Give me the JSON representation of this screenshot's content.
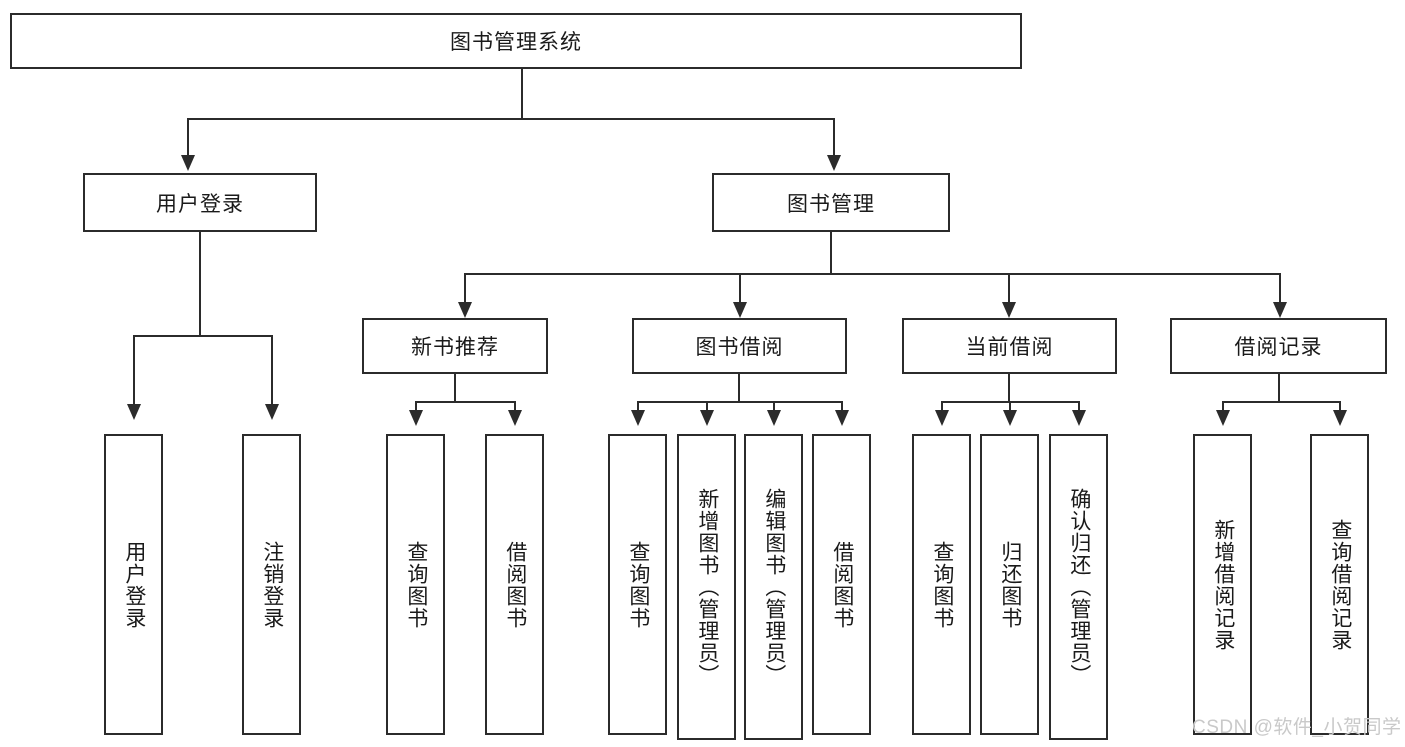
{
  "diagram": {
    "title_node": {
      "label": "图书管理系统"
    },
    "level1": [
      {
        "id": "user-login",
        "label": "用户登录"
      },
      {
        "id": "book-management",
        "label": "图书管理"
      }
    ],
    "level2": [
      {
        "id": "new-book-recommend",
        "label": "新书推荐"
      },
      {
        "id": "book-borrow",
        "label": "图书借阅"
      },
      {
        "id": "current-borrow",
        "label": "当前借阅"
      },
      {
        "id": "borrow-record",
        "label": "借阅记录"
      }
    ],
    "leaves": {
      "user_login": [
        {
          "id": "leaf-user-login",
          "label": "用户登录"
        },
        {
          "id": "leaf-logout-login",
          "label": "注销登录"
        }
      ],
      "new_book_recommend": [
        {
          "id": "leaf-query-book-1",
          "label": "查询图书"
        },
        {
          "id": "leaf-borrow-book-1",
          "label": "借阅图书"
        }
      ],
      "book_borrow": [
        {
          "id": "leaf-query-book-2",
          "label": "查询图书"
        },
        {
          "id": "leaf-add-book",
          "label": "新增图书（管理员）"
        },
        {
          "id": "leaf-edit-book",
          "label": "编辑图书（管理员）"
        },
        {
          "id": "leaf-borrow-book-2",
          "label": "借阅图书"
        }
      ],
      "current_borrow": [
        {
          "id": "leaf-query-book-3",
          "label": "查询图书"
        },
        {
          "id": "leaf-return-book",
          "label": "归还图书"
        },
        {
          "id": "leaf-confirm-return",
          "label": "确认归还（管理员）"
        }
      ],
      "borrow_record": [
        {
          "id": "leaf-add-borrow-record",
          "label": "新增借阅记录"
        },
        {
          "id": "leaf-query-borrow-record",
          "label": "查询借阅记录"
        }
      ]
    }
  },
  "watermark": {
    "text": "CSDN @软件_小贺同学"
  },
  "colors": {
    "stroke": "#2b2b2b",
    "fill": "#ffffff",
    "text": "#1a1a1a",
    "watermark": "#c9c9c9"
  }
}
